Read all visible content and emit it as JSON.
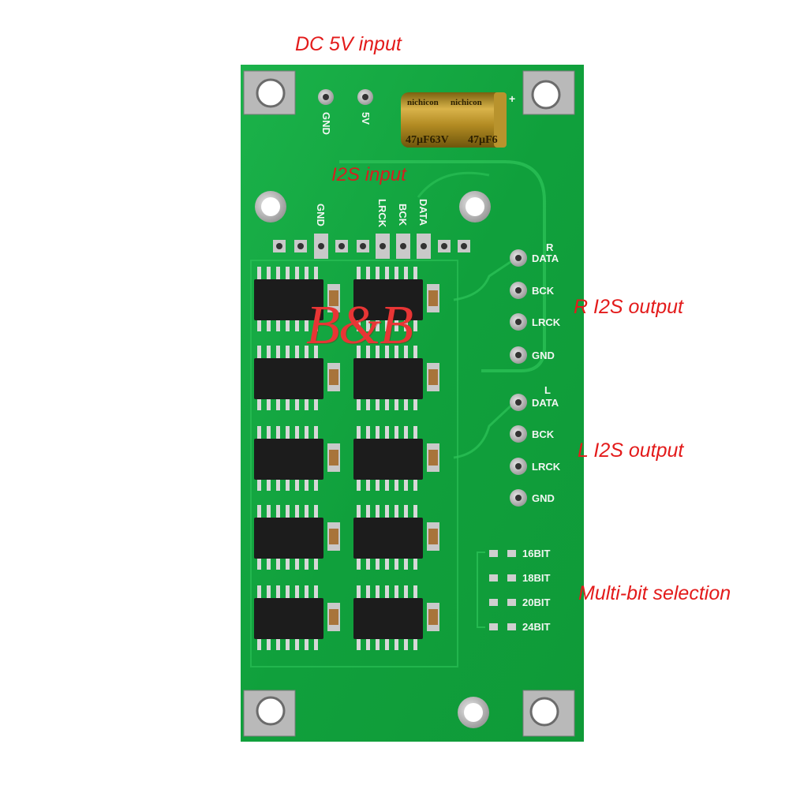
{
  "annotations": {
    "dc_input": "DC 5V input",
    "i2s_input": "I2S input",
    "r_output": "R  I2S output",
    "l_output": "L  I2S output",
    "multibit": "Multi-bit selection"
  },
  "logo": "B&B",
  "silkscreen": {
    "power": [
      "GND",
      "5V"
    ],
    "input_pins": [
      "GND",
      "LRCK",
      "BCK",
      "DATA"
    ],
    "r_channel": "R",
    "r_pins": [
      "DATA",
      "BCK",
      "LRCK",
      "GND"
    ],
    "l_channel": "L",
    "l_pins": [
      "DATA",
      "BCK",
      "LRCK",
      "GND"
    ],
    "bits": [
      "16BIT",
      "18BIT",
      "20BIT",
      "24BIT"
    ],
    "capacitor": [
      "nichicon",
      "nichicon",
      "47µF63V",
      "47µF6"
    ],
    "cap_plus": "+"
  },
  "colors": {
    "pcb": "#12a53e",
    "annotation": "#e31b1b"
  }
}
